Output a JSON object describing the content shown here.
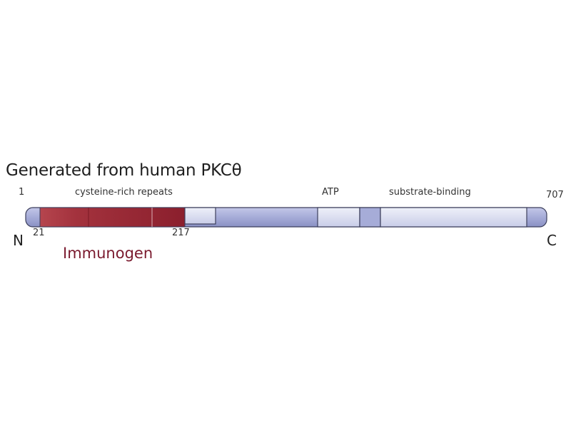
{
  "title": "Generated from human PKCθ",
  "positions": {
    "start": "1",
    "end": "707",
    "immunogen_start": "21",
    "immunogen_end": "217"
  },
  "termini": {
    "n": "N",
    "c": "C"
  },
  "domains": {
    "cysteine_rich": "cysteine-rich repeats",
    "atp": "ATP",
    "substrate_binding": "substrate-binding"
  },
  "immunogen_label": "Immunogen",
  "colors": {
    "protein_bar": "#a6acd8",
    "domain_box": "#d7dbef",
    "immunogen": "#8b1f2d",
    "immunogen_light": "#b5454e",
    "outline": "#3c3f5c",
    "immunogen_text": "#7a1a2e"
  }
}
